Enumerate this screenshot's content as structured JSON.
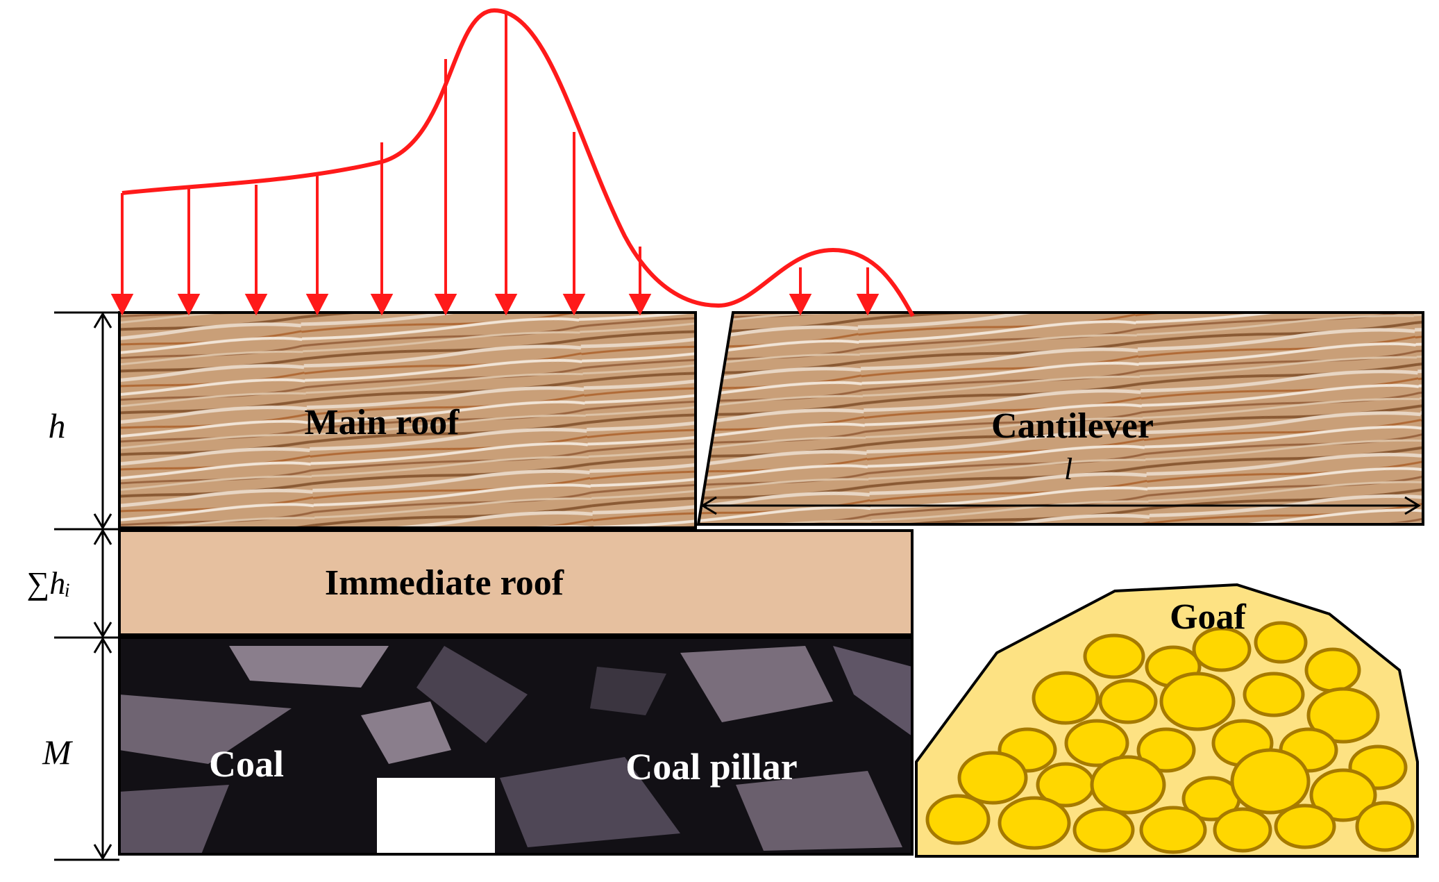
{
  "labels": {
    "main_roof": "Main roof",
    "cantilever": "Cantilever",
    "cantilever_length": "l",
    "immediate_roof": "Immediate roof",
    "coal": "Coal",
    "coal_pillar": "Coal pillar",
    "goaf": "Goaf"
  },
  "dimensions": {
    "main_roof_thickness": "h",
    "immediate_roof_thickness": "∑hᵢ",
    "coal_seam_thickness": "M"
  },
  "colors": {
    "load_curve": "#ff1a1a",
    "main_roof": "#c79a6e",
    "immediate_roof": "#e8c2a3",
    "coal": "#111014",
    "coal_fragment": "#7c6f7e",
    "goaf_fill": "#fde283",
    "goaf_rock": "#ffd700",
    "goaf_outline": "#a67a00"
  }
}
